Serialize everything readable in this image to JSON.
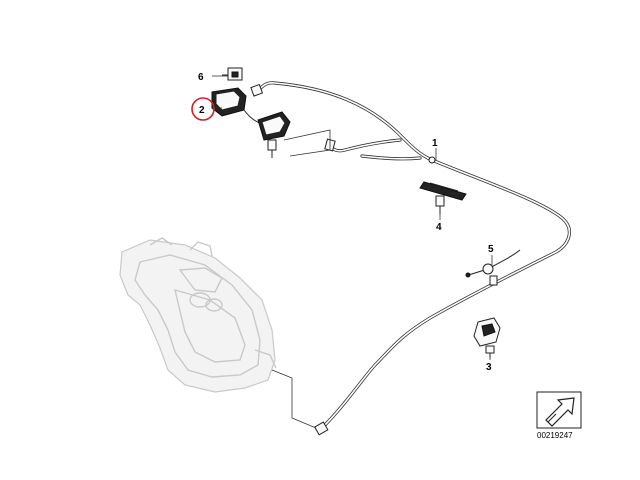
{
  "callouts": {
    "item_1": "1",
    "item_2": "2",
    "item_3": "3",
    "item_4": "4",
    "item_5": "5",
    "item_6": "6"
  },
  "highlight": {
    "item": "2",
    "color": "#cc2222"
  },
  "diagram_code": "00219247",
  "icons": {
    "corner_arrow": "arrow-icon"
  }
}
